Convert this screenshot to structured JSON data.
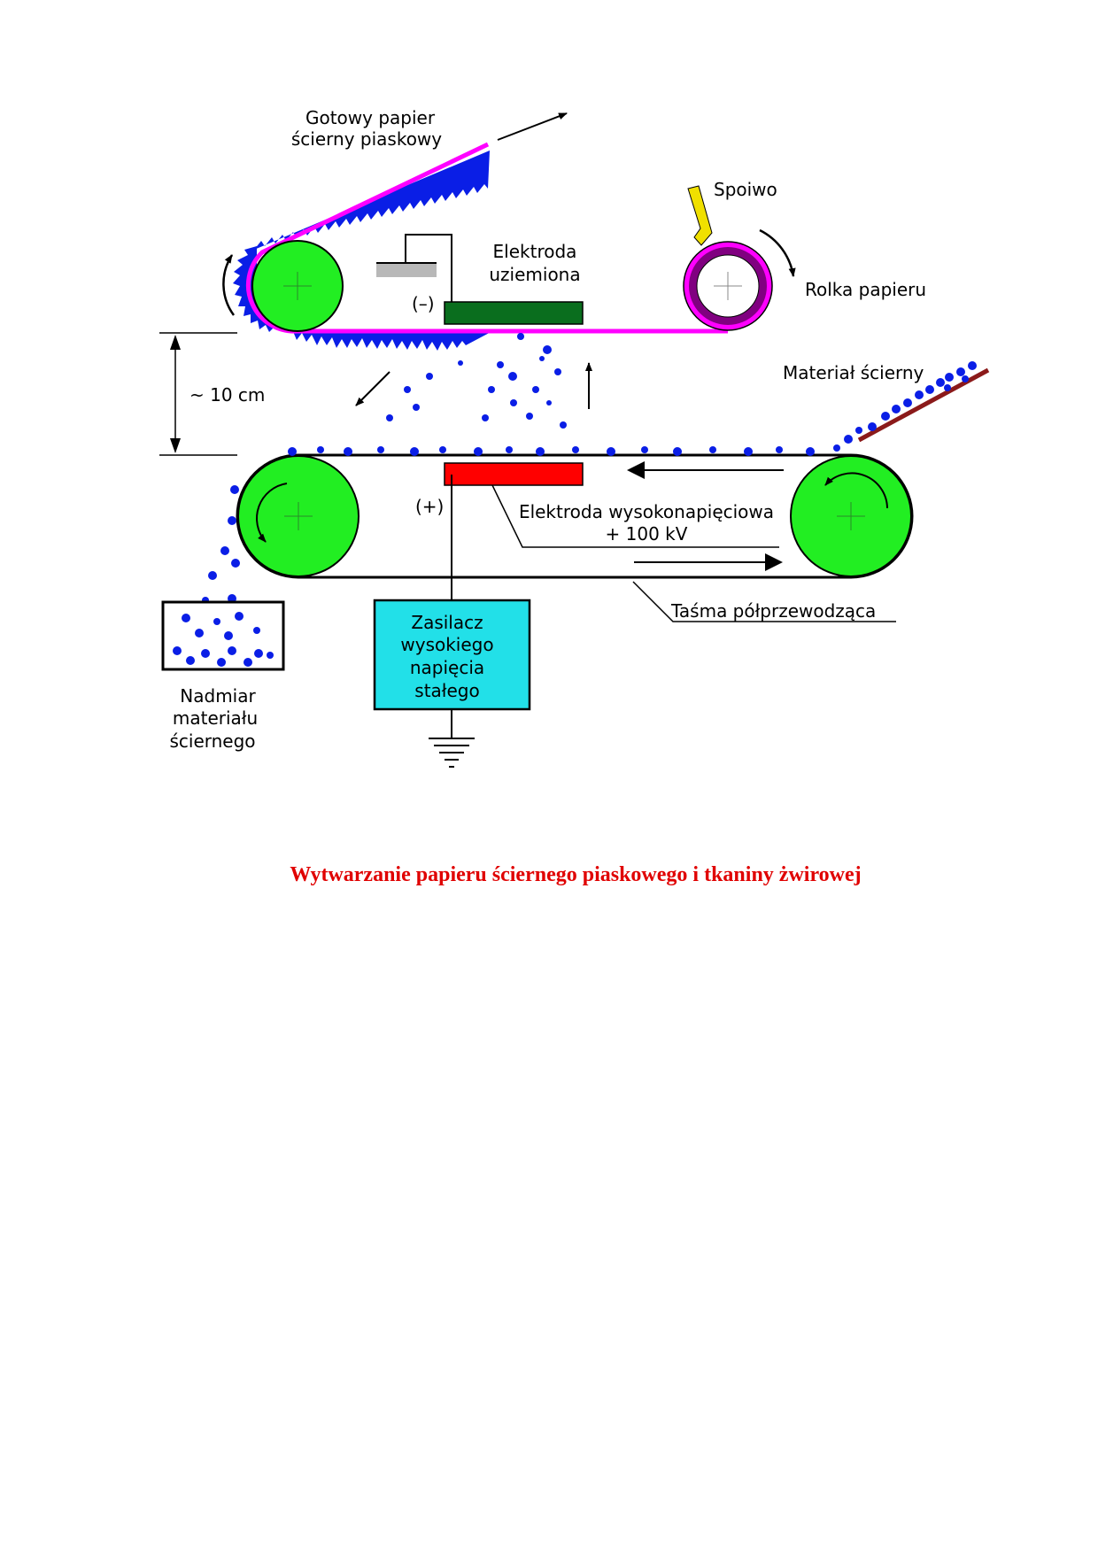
{
  "labels": {
    "finished_paper_1": "Gotowy papier",
    "finished_paper_2": "ścierny piaskowy",
    "binder": "Spoiwo",
    "ground_electrode_1": "Elektroda",
    "ground_electrode_2": "uziemiona",
    "minus": "(–)",
    "paper_roll": "Rolka papieru",
    "abrasive": "Materiał ścierny",
    "distance": "~ 10 cm",
    "plus": "(+)",
    "hv_electrode_1": "Elektroda wysokonapięciowa",
    "hv_electrode_2": "+ 100 kV",
    "belt": "Taśma półprzewodząca",
    "power_1": "Zasilacz",
    "power_2": "wysokiego",
    "power_3": "napięcia",
    "power_4": "stałego",
    "excess_1": "Nadmiar",
    "excess_2": "materiału",
    "excess_3": "ściernego"
  },
  "caption": "Wytwarzanie papieru ściernego piaskowego i tkaniny żwirowej",
  "colors": {
    "roller": "#22ee22",
    "paper": "#ff00ff",
    "grain": "#0a1ee6",
    "ground_electrode": "#0a6e1e",
    "hv_electrode": "#ff0000",
    "power_supply": "#22e0e8",
    "binder": "#f0e000",
    "roll": "#800080",
    "feeder": "#8b1a1a",
    "caption": "#e00000"
  }
}
